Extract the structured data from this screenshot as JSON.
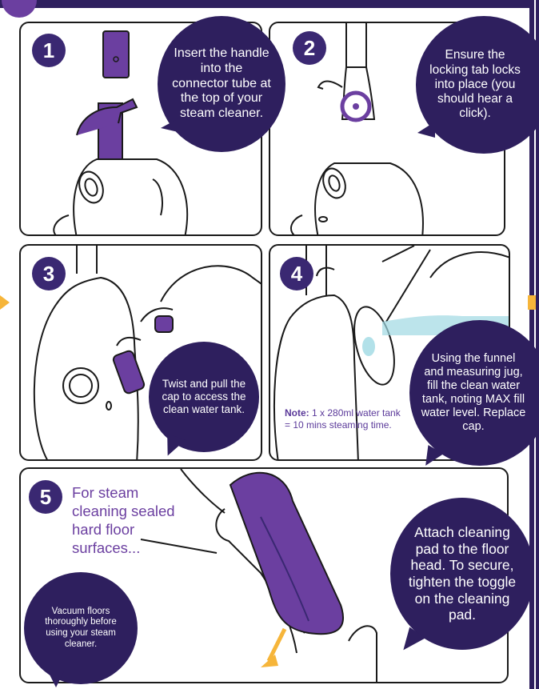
{
  "steps": [
    {
      "number": "1",
      "text": "Insert the handle into the connector tube at the top of your steam cleaner."
    },
    {
      "number": "2",
      "text": "Ensure the locking tab locks into place (you should hear a click)."
    },
    {
      "number": "3",
      "text": "Twist and pull the cap to access the clean water tank."
    },
    {
      "number": "4",
      "text": "Using the funnel and measuring jug, fill the clean water tank, noting MAX fill water level. Replace cap."
    },
    {
      "number": "5",
      "text": "Attach cleaning pad to the floor head. To secure, tighten the toggle on the cleaning pad."
    }
  ],
  "note": {
    "label": "Note:",
    "text": "1 x 280ml water tank = 10 mins steaming time."
  },
  "step5_caption": "For steam cleaning sealed hard floor surfaces...",
  "vacuum_tip": "Vacuum floors thoroughly before using your steam cleaner.",
  "colors": {
    "navy": "#2e1f5e",
    "purple": "#6b3fa0",
    "accent": "#f6b53a",
    "water": "#9fd9e3"
  }
}
